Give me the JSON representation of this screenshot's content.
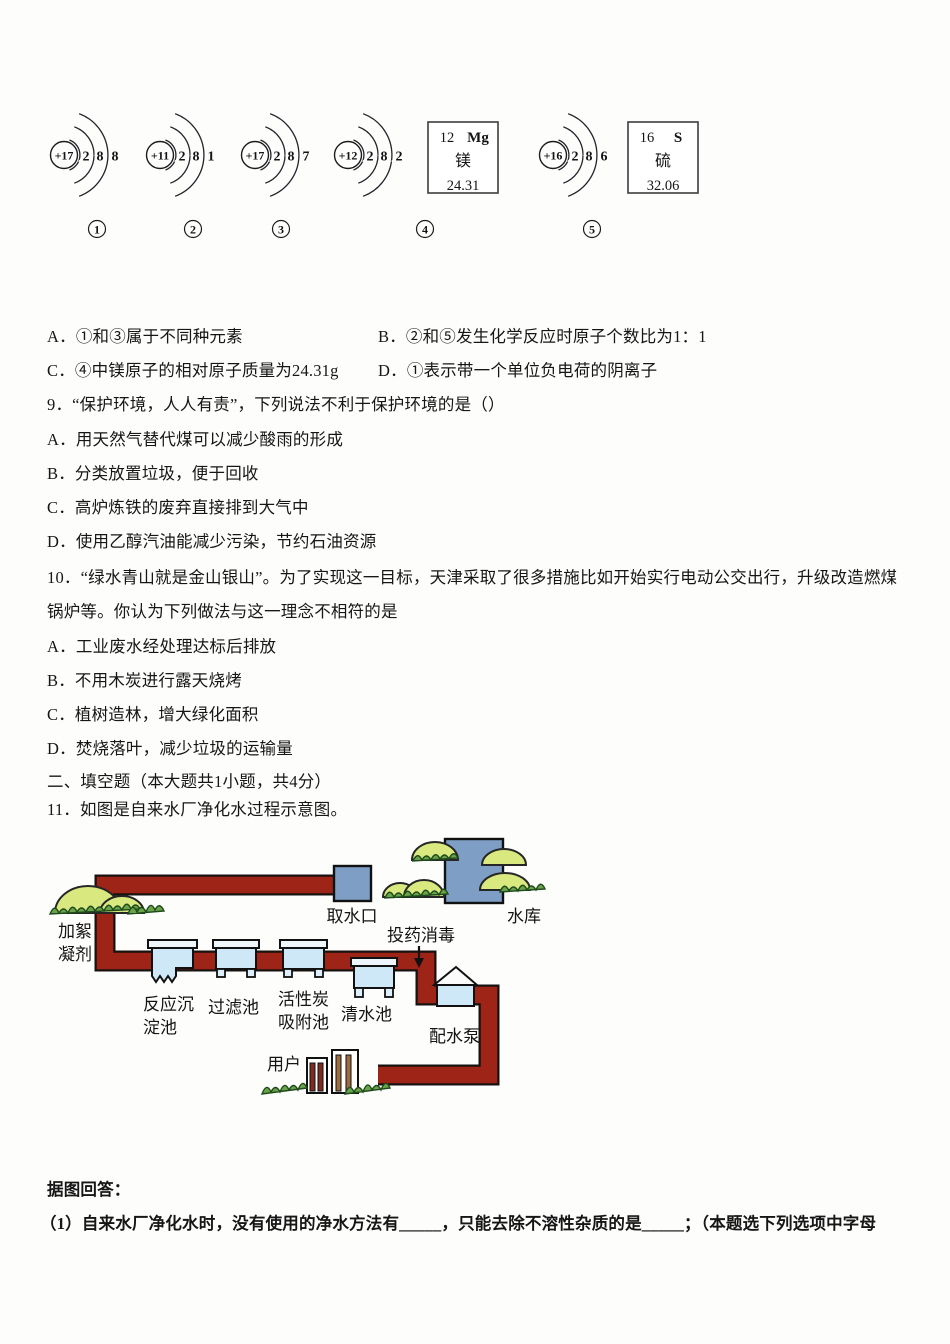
{
  "atoms": [
    {
      "charge": "+17",
      "shells": [
        "2",
        "8",
        "8"
      ]
    },
    {
      "charge": "+11",
      "shells": [
        "2",
        "8",
        "1"
      ]
    },
    {
      "charge": "+17",
      "shells": [
        "2",
        "8",
        "7"
      ]
    },
    {
      "charge": "+12",
      "shells": [
        "2",
        "8",
        "2"
      ]
    },
    {
      "charge": "+16",
      "shells": [
        "2",
        "8",
        "6"
      ]
    }
  ],
  "figure_labels": [
    "1",
    "2",
    "3",
    "4",
    "5"
  ],
  "element_boxes": [
    {
      "number": "12",
      "symbol": "Mg",
      "name": "镁",
      "mass": "24.31"
    },
    {
      "number": "16",
      "symbol": "S",
      "name": "硫",
      "mass": "32.06"
    }
  ],
  "lines": [
    "A．①和③属于不同种元素",
    "B．②和⑤发生化学反应时原子个数比为1：1",
    "C．④中镁原子的相对原子质量为24.31g",
    "D．①表示带一个单位负电荷的阴离子",
    "9．“保护环境，人人有责”，下列说法不利于保护环境的是（）",
    "A．用天然气替代煤可以减少酸雨的形成",
    "B．分类放置垃圾，便于回收",
    "C．高炉炼铁的废弃直接排到大气中",
    "D．使用乙醇汽油能减少污染，节约石油资源",
    "10．“绿水青山就是金山银山”。为了实现这一目标，天津采取了很多措施比如开始实行电动公交出行，升级改造燃煤",
    "锅炉等。你认为下列做法与这一理念不相符的是",
    "A．工业废水经处理达标后排放",
    "B．不用木炭进行露天烧烤",
    "C．植树造林，增大绿化面积",
    "D．焚烧落叶，减少垃圾的运输量",
    "二、填空题（本大题共1小题，共4分）",
    "11．如图是自来水厂净化水过程示意图。",
    "据图回答：",
    "（1）自来水厂净化水时，没有使用的净水方法有_____，只能去除不溶性杂质的是_____；（本题选下列选项中字母"
  ],
  "diagram": {
    "intake": "取水口",
    "reservoir": "水库",
    "dosing": "投药消毒",
    "flocculant_line1": "加絮",
    "flocculant_line2": "凝剂",
    "tank1_line1": "反应沉",
    "tank1_line2": "淀池",
    "tank2": "过滤池",
    "tank3_line1": "活性炭",
    "tank3_line2": "吸附池",
    "tank4": "清水池",
    "pump": "配水泵",
    "users": "用户"
  }
}
